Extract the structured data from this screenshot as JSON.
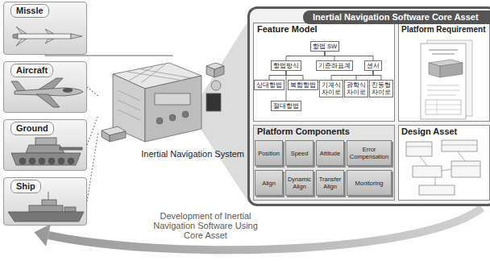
{
  "diagram": {
    "nodes": [
      {
        "text": [
          "Missle"
        ]
      },
      {
        "text": [
          "Aircraft"
        ]
      },
      {
        "text": [
          "Ground"
        ]
      },
      {
        "text": [
          "Ship"
        ]
      },
      {
        "text": [
          "Inertial Navigation System"
        ]
      },
      {
        "text": [
          "Inertial Navigation Software Core Asset"
        ]
      },
      {
        "text": [
          "Feature Model"
        ],
        "in": 5
      },
      {
        "text": [
          "항법 SW"
        ],
        "in": 6
      },
      {
        "text": [
          "항법방식"
        ],
        "in": 6
      },
      {
        "text": [
          "기준좌표계"
        ],
        "in": 6
      },
      {
        "text": [
          "센서"
        ],
        "in": 6
      },
      {
        "text": [
          "상대항법"
        ],
        "in": 6
      },
      {
        "text": [
          "복합항법"
        ],
        "in": 6
      },
      {
        "text": [
          "기계식 자이로"
        ],
        "in": 6
      },
      {
        "text": [
          "광학식 자이로"
        ],
        "in": 6
      },
      {
        "text": [
          "진동형 자이로"
        ],
        "in": 6
      },
      {
        "text": [
          "절대항법"
        ],
        "in": 6
      },
      {
        "text": [
          "Platform Requirement"
        ],
        "in": 5
      },
      {
        "text": [
          "Platform Components"
        ],
        "in": 5
      },
      {
        "text": [
          "Position"
        ],
        "in": 18
      },
      {
        "text": [
          "Speed"
        ],
        "in": 18
      },
      {
        "text": [
          "Attitude"
        ],
        "in": 18
      },
      {
        "text": [
          "Error Compensation"
        ],
        "in": 18
      },
      {
        "text": [
          "Align"
        ],
        "in": 18
      },
      {
        "text": [
          "Dynamic Align"
        ],
        "in": 18
      },
      {
        "text": [
          "Transfer Align"
        ],
        "in": 18
      },
      {
        "text": [
          "Monitoring"
        ],
        "in": 18
      },
      {
        "text": [
          "Design Asset"
        ],
        "in": 5
      }
    ],
    "edges": [
      {
        "from": 0,
        "to": 4,
        "arrow": "none"
      },
      {
        "from": 1,
        "to": 4,
        "arrow": "none"
      },
      {
        "from": 2,
        "to": 4,
        "arrow": "none"
      },
      {
        "from": 3,
        "to": 4,
        "arrow": "none"
      },
      {
        "from": 7,
        "to": 8,
        "arrow": "none"
      },
      {
        "from": 7,
        "to": 9,
        "arrow": "none"
      },
      {
        "from": 7,
        "to": 10,
        "arrow": "none"
      },
      {
        "from": 8,
        "to": 11,
        "arrow": "none"
      },
      {
        "from": 8,
        "to": 12,
        "arrow": "none"
      },
      {
        "from": 8,
        "to": 16,
        "arrow": "none"
      },
      {
        "from": 10,
        "to": 13,
        "arrow": "none"
      },
      {
        "from": 10,
        "to": 14,
        "arrow": "none"
      },
      {
        "from": 10,
        "to": 15,
        "arrow": "none"
      }
    ],
    "labels": [
      "Development of Inertial Navigation Software Using Core Asset"
    ]
  }
}
